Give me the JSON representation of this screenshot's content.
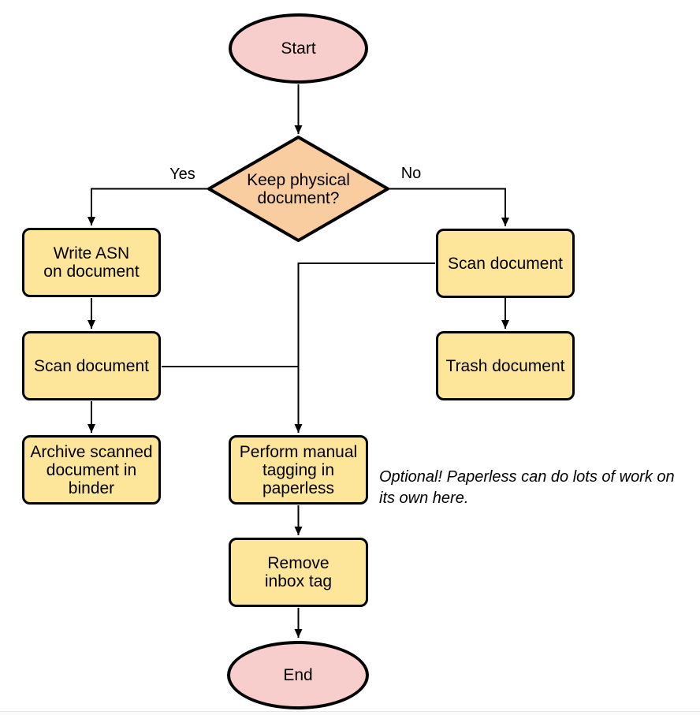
{
  "diagram": {
    "type": "flowchart",
    "nodes": {
      "start": {
        "label": "Start",
        "shape": "terminator"
      },
      "decision": {
        "label": "Keep physical\ndocument?",
        "shape": "decision"
      },
      "write_asn": {
        "label": "Write ASN\non document",
        "shape": "process"
      },
      "scan_left": {
        "label": "Scan document",
        "shape": "process"
      },
      "archive": {
        "label": "Archive scanned\ndocument in\nbinder",
        "shape": "process"
      },
      "scan_right": {
        "label": "Scan document",
        "shape": "process"
      },
      "trash": {
        "label": "Trash document",
        "shape": "process"
      },
      "tagging": {
        "label": "Perform manual\ntagging in\npaperless",
        "shape": "process"
      },
      "remove_inbox": {
        "label": "Remove\ninbox tag",
        "shape": "process"
      },
      "end": {
        "label": "End",
        "shape": "terminator"
      }
    },
    "edge_labels": {
      "yes": "Yes",
      "no": "No"
    },
    "annotation": "Optional! Paperless can do lots of work on\nits own here.",
    "colors": {
      "terminator_fill": "#f8cecc",
      "decision_fill": "#f9cd9f",
      "process_fill": "#fde599",
      "outline": "#000000",
      "connector": "#000000"
    }
  }
}
